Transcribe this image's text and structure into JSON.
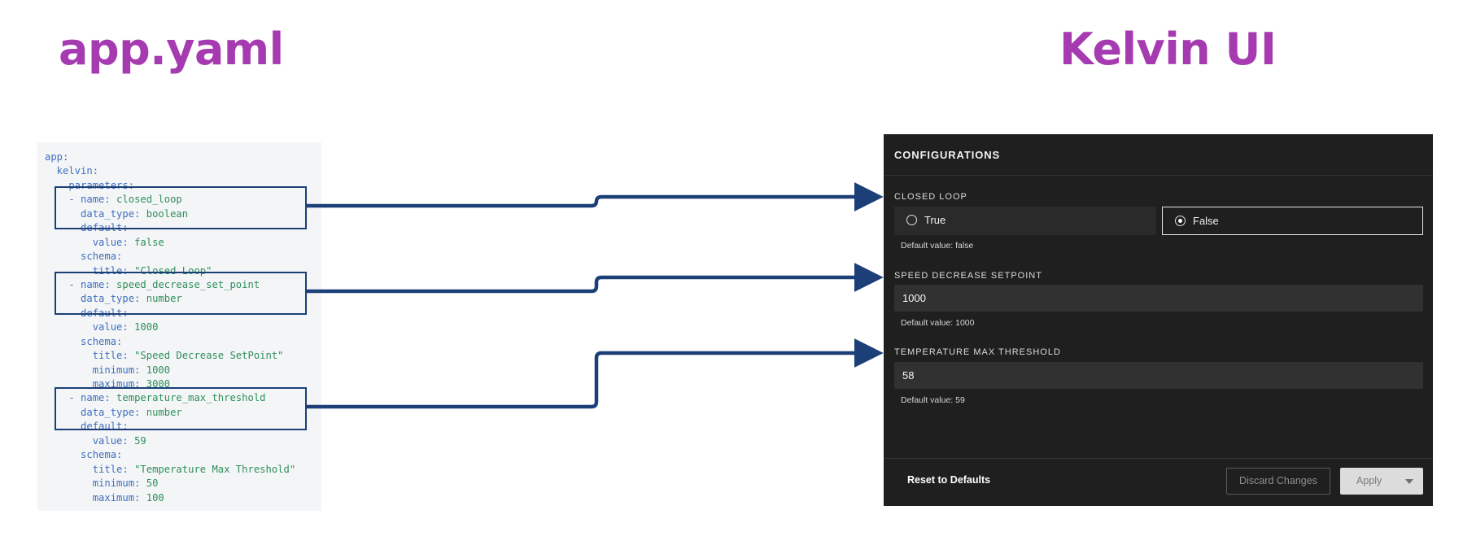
{
  "headings": {
    "left": "app.yaml",
    "right": "Kelvin UI"
  },
  "yaml_lines": [
    {
      "indent": "",
      "key": "app:",
      "value": ""
    },
    {
      "indent": "  ",
      "key": "kelvin:",
      "value": ""
    },
    {
      "indent": "    ",
      "key": "parameters:",
      "value": ""
    },
    {
      "indent": "    ",
      "key": "- name:",
      "value": " closed_loop"
    },
    {
      "indent": "      ",
      "key": "data_type:",
      "value": " boolean"
    },
    {
      "indent": "      ",
      "key": "default:",
      "value": ""
    },
    {
      "indent": "        ",
      "key": "value:",
      "value": " false"
    },
    {
      "indent": "      ",
      "key": "schema:",
      "value": ""
    },
    {
      "indent": "        ",
      "key": "title:",
      "value": " \"Closed Loop\""
    },
    {
      "indent": "    ",
      "key": "- name:",
      "value": " speed_decrease_set_point"
    },
    {
      "indent": "      ",
      "key": "data_type:",
      "value": " number"
    },
    {
      "indent": "      ",
      "key": "default:",
      "value": ""
    },
    {
      "indent": "        ",
      "key": "value:",
      "value": " 1000"
    },
    {
      "indent": "      ",
      "key": "schema:",
      "value": ""
    },
    {
      "indent": "        ",
      "key": "title:",
      "value": " \"Speed Decrease SetPoint\""
    },
    {
      "indent": "        ",
      "key": "minimum:",
      "value": " 1000"
    },
    {
      "indent": "        ",
      "key": "maximum:",
      "value": " 3000"
    },
    {
      "indent": "    ",
      "key": "- name:",
      "value": " temperature_max_threshold"
    },
    {
      "indent": "      ",
      "key": "data_type:",
      "value": " number"
    },
    {
      "indent": "      ",
      "key": "default:",
      "value": ""
    },
    {
      "indent": "        ",
      "key": "value:",
      "value": " 59"
    },
    {
      "indent": "      ",
      "key": "schema:",
      "value": ""
    },
    {
      "indent": "        ",
      "key": "title:",
      "value": " \"Temperature Max Threshold\""
    },
    {
      "indent": "        ",
      "key": "minimum:",
      "value": " 50"
    },
    {
      "indent": "        ",
      "key": "maximum:",
      "value": " 100"
    }
  ],
  "config_panel": {
    "title": "CONFIGURATIONS",
    "closed_loop": {
      "label": "CLOSED LOOP",
      "options": [
        "True",
        "False"
      ],
      "selected": "False",
      "hint": "Default value: false"
    },
    "speed_decrease": {
      "label": "SPEED DECREASE SETPOINT",
      "value": "1000",
      "hint": "Default value: 1000"
    },
    "temperature_max": {
      "label": "TEMPERATURE MAX THRESHOLD",
      "value": "58",
      "hint": "Default value: 59"
    },
    "footer": {
      "reset_label": "Reset to Defaults",
      "discard_label": "Discard Changes",
      "apply_label": "Apply"
    }
  },
  "colors": {
    "heading": "#a63bb1",
    "highlight_box": "#1c3f78",
    "arrow": "#1c3f78",
    "panel_bg": "#1f1f1f"
  }
}
